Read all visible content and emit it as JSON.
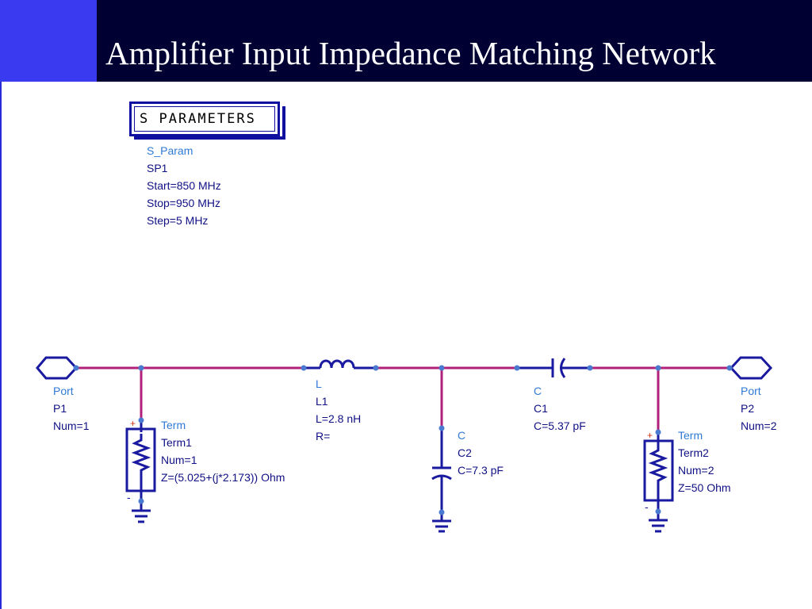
{
  "title": "Amplifier Input Impedance Matching Network",
  "sparam": {
    "box_label": "S PARAMETERS",
    "type": "S_Param",
    "name": "SP1",
    "start": "Start=850 MHz",
    "stop": "Stop=950 MHz",
    "step": "Step=5 MHz"
  },
  "port1": {
    "type": "Port",
    "name": "P1",
    "num": "Num=1"
  },
  "port2": {
    "type": "Port",
    "name": "P2",
    "num": "Num=2"
  },
  "term1": {
    "type": "Term",
    "name": "Term1",
    "num": "Num=1",
    "z": "Z=(5.025+(j*2.173)) Ohm"
  },
  "term2": {
    "type": "Term",
    "name": "Term2",
    "num": "Num=2",
    "z": "Z=50 Ohm"
  },
  "inductor": {
    "type": "L",
    "name": "L1",
    "value": "L=2.8 nH",
    "r": "R="
  },
  "cap1": {
    "type": "C",
    "name": "C1",
    "value": "C=5.37 pF"
  },
  "cap2": {
    "type": "C",
    "name": "C2",
    "value": "C=7.3 pF"
  },
  "colors": {
    "wire": "#b0207a",
    "component": "#1a1aa0",
    "pin": "#4a7ad0",
    "header_bg": "#000033",
    "accent": "#3a3af0"
  }
}
